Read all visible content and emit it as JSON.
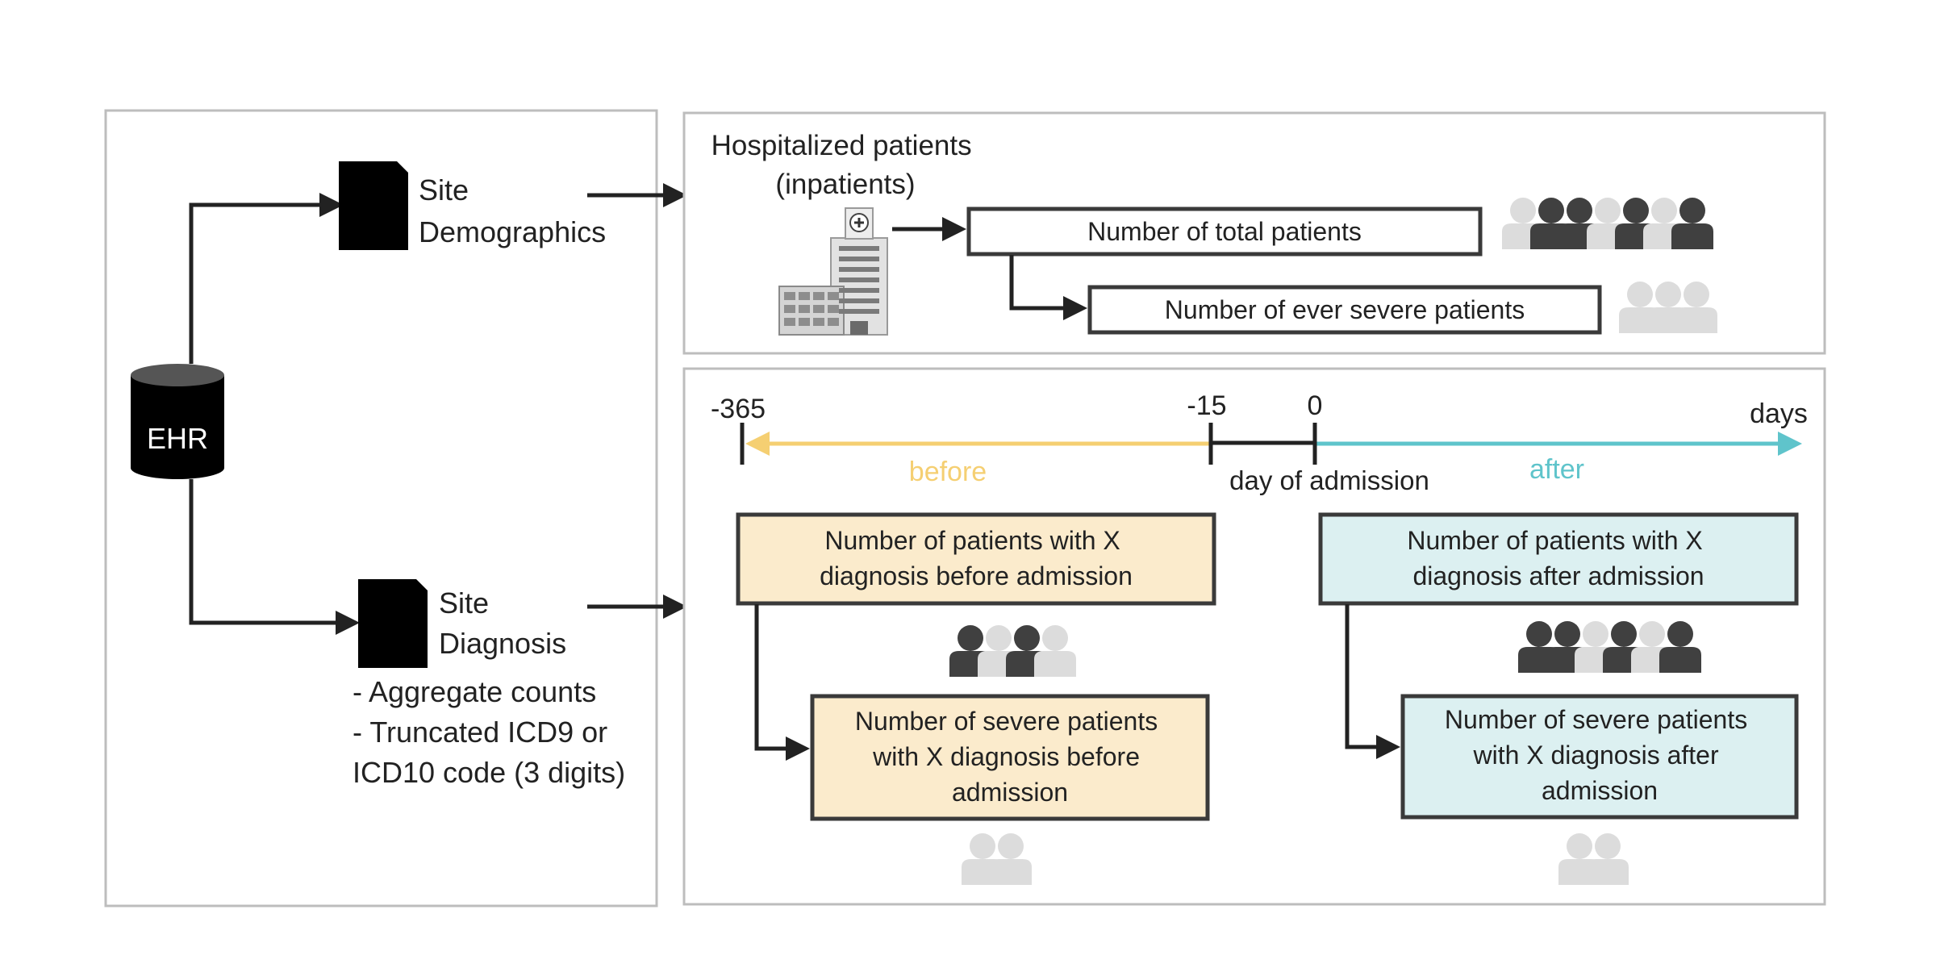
{
  "colors": {
    "before": "#f5cf72",
    "after": "#5fc4cb",
    "before_box": "#fbebcc",
    "after_box": "#dcf0f1",
    "person_dark": "#404040",
    "person_light": "#dcdcdc"
  },
  "left": {
    "ehr_label": "EHR",
    "site_demographics": [
      "Site",
      "Demographics"
    ],
    "site_diagnosis": [
      "Site",
      "Diagnosis"
    ],
    "notes": [
      "- Aggregate counts",
      "- Truncated ICD9 or",
      "ICD10 code (3 digits)"
    ]
  },
  "top": {
    "title": [
      "Hospitalized patients",
      "(inpatients)"
    ],
    "total_patients": "Number of total patients",
    "ever_severe": "Number of ever severe patients"
  },
  "timeline": {
    "ticks": [
      "-365",
      "-15",
      "0"
    ],
    "unit": "days",
    "before": "before",
    "after": "after",
    "admission": "day of admission"
  },
  "boxes": {
    "before": [
      "Number of patients with X",
      "diagnosis before admission"
    ],
    "after": [
      "Number of patients with X",
      "diagnosis after admission"
    ],
    "severe_before": [
      "Number of severe patients",
      "with X diagnosis before",
      "admission"
    ],
    "severe_after": [
      "Number of severe patients",
      "with X diagnosis after",
      "admission"
    ]
  },
  "icons": [
    "database-icon",
    "document-icon",
    "hospital-icon",
    "people-group-icon"
  ]
}
